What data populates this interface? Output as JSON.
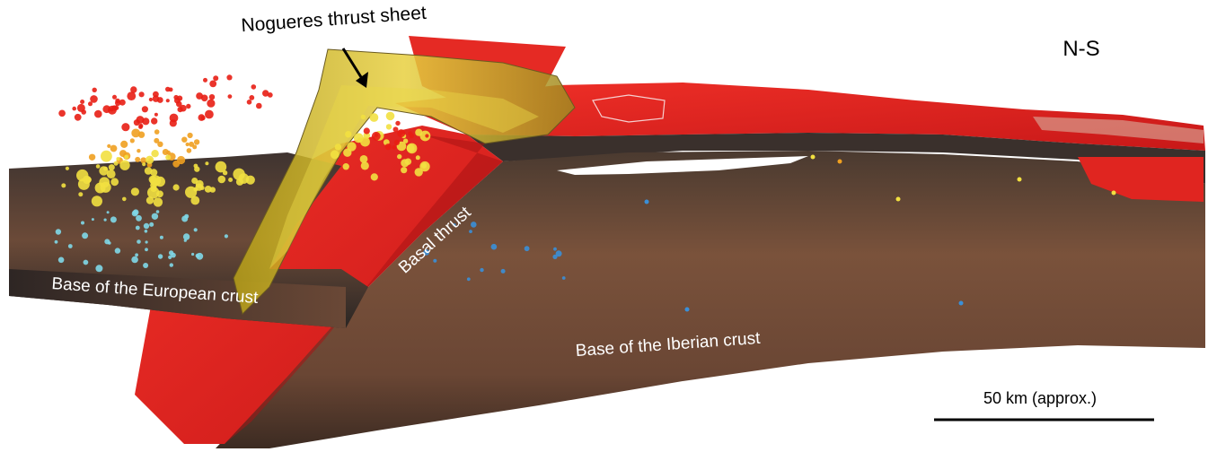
{
  "labels": {
    "thrust_sheet": "Nogueres thrust sheet",
    "orientation": "N-S",
    "basal_thrust": "Basal thrust",
    "european_crust": "Base of the European crust",
    "iberian_crust": "Base of the Iberian crust",
    "scale": "50 km (approx.)"
  },
  "colors": {
    "iberian_surface": "#6e4a35",
    "european_surface": "#5e4030",
    "thrust_red": "#e02323",
    "thrust_sheet_yellow": "#d8c020",
    "quake_red": "#e81e14",
    "quake_orange": "#f0a020",
    "quake_yellow": "#f2e040",
    "quake_cyan": "#7fd8e8",
    "quake_blue": "#3a8fd8"
  }
}
